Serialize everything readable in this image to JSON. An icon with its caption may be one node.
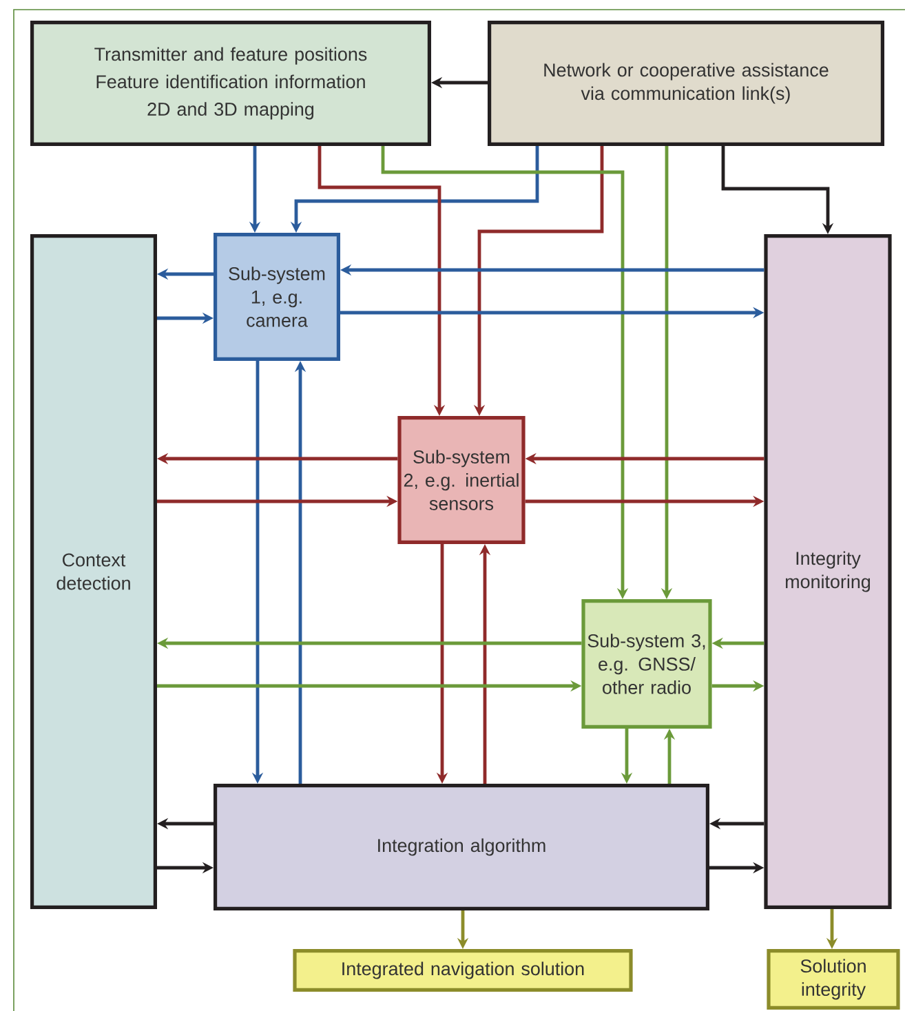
{
  "diagram": {
    "nodes": [
      {
        "text": [
          "Transmitter and feature positions",
          "Feature identification information",
          "2D and 3D mapping"
        ]
      },
      {
        "text": [
          "Network or cooperative assistance via communication link(s)"
        ]
      },
      {
        "text": [
          "Context detection"
        ]
      },
      {
        "text": [
          "Sub-system 1, e.g. camera"
        ]
      },
      {
        "text": [
          "Sub-system 2, e.g. inertial sensors"
        ]
      },
      {
        "text": [
          "Sub-system 3, e.g. GNSS/ other radio"
        ]
      },
      {
        "text": [
          "Integrity monitoring"
        ]
      },
      {
        "text": [
          "Integration algorithm"
        ]
      },
      {
        "text": [
          "Integrated navigation solution"
        ]
      },
      {
        "text": [
          "Solution integrity"
        ]
      }
    ],
    "edges": [
      {
        "from": 1,
        "to": 0,
        "arrow": "to",
        "color": "#231f20"
      },
      {
        "from": 1,
        "to": 6,
        "arrow": "to",
        "color": "#231f20"
      },
      {
        "from": 0,
        "to": 3,
        "arrow": "to",
        "color": "#2b5c9c"
      },
      {
        "from": 1,
        "to": 3,
        "arrow": "to",
        "color": "#2b5c9c"
      },
      {
        "from": 0,
        "to": 4,
        "arrow": "to",
        "color": "#8f2a2a"
      },
      {
        "from": 1,
        "to": 4,
        "arrow": "to",
        "color": "#8f2a2a"
      },
      {
        "from": 0,
        "to": 5,
        "arrow": "to",
        "color": "#6b9a3a"
      },
      {
        "from": 1,
        "to": 5,
        "arrow": "to",
        "color": "#6b9a3a"
      },
      {
        "from": 3,
        "to": 2,
        "arrow": "to",
        "color": "#2b5c9c"
      },
      {
        "from": 2,
        "to": 3,
        "arrow": "to",
        "color": "#2b5c9c"
      },
      {
        "from": 6,
        "to": 3,
        "arrow": "to",
        "color": "#2b5c9c"
      },
      {
        "from": 3,
        "to": 6,
        "arrow": "to",
        "color": "#2b5c9c"
      },
      {
        "from": 3,
        "to": 7,
        "arrow": "to",
        "color": "#2b5c9c"
      },
      {
        "from": 7,
        "to": 3,
        "arrow": "to",
        "color": "#2b5c9c"
      },
      {
        "from": 4,
        "to": 2,
        "arrow": "to",
        "color": "#8f2a2a"
      },
      {
        "from": 2,
        "to": 4,
        "arrow": "to",
        "color": "#8f2a2a"
      },
      {
        "from": 6,
        "to": 4,
        "arrow": "to",
        "color": "#8f2a2a"
      },
      {
        "from": 4,
        "to": 6,
        "arrow": "to",
        "color": "#8f2a2a"
      },
      {
        "from": 4,
        "to": 7,
        "arrow": "to",
        "color": "#8f2a2a"
      },
      {
        "from": 7,
        "to": 4,
        "arrow": "to",
        "color": "#8f2a2a"
      },
      {
        "from": 5,
        "to": 2,
        "arrow": "to",
        "color": "#6b9a3a"
      },
      {
        "from": 2,
        "to": 5,
        "arrow": "to",
        "color": "#6b9a3a"
      },
      {
        "from": 6,
        "to": 5,
        "arrow": "to",
        "color": "#6b9a3a"
      },
      {
        "from": 5,
        "to": 6,
        "arrow": "to",
        "color": "#6b9a3a"
      },
      {
        "from": 5,
        "to": 7,
        "arrow": "to",
        "color": "#6b9a3a"
      },
      {
        "from": 7,
        "to": 5,
        "arrow": "to",
        "color": "#6b9a3a"
      },
      {
        "from": 7,
        "to": 2,
        "arrow": "to",
        "color": "#231f20"
      },
      {
        "from": 2,
        "to": 7,
        "arrow": "to",
        "color": "#231f20"
      },
      {
        "from": 6,
        "to": 7,
        "arrow": "to",
        "color": "#231f20"
      },
      {
        "from": 7,
        "to": 6,
        "arrow": "to",
        "color": "#231f20"
      },
      {
        "from": 7,
        "to": 8,
        "arrow": "to",
        "color": "#8c8c2a"
      },
      {
        "from": 6,
        "to": 9,
        "arrow": "to",
        "color": "#8c8c2a"
      }
    ]
  }
}
